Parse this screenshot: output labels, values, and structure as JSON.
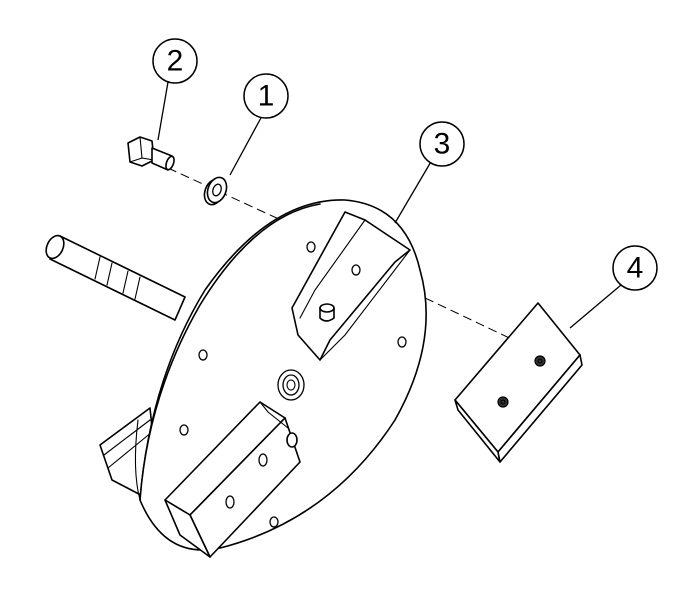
{
  "callouts": [
    {
      "id": "washer",
      "label": "1"
    },
    {
      "id": "bolt",
      "label": "2"
    },
    {
      "id": "hub-plate",
      "label": "3"
    },
    {
      "id": "insert-block",
      "label": "4"
    }
  ],
  "colors": {
    "line": "#000000",
    "background": "#ffffff",
    "threaded-hole": "#333333"
  }
}
